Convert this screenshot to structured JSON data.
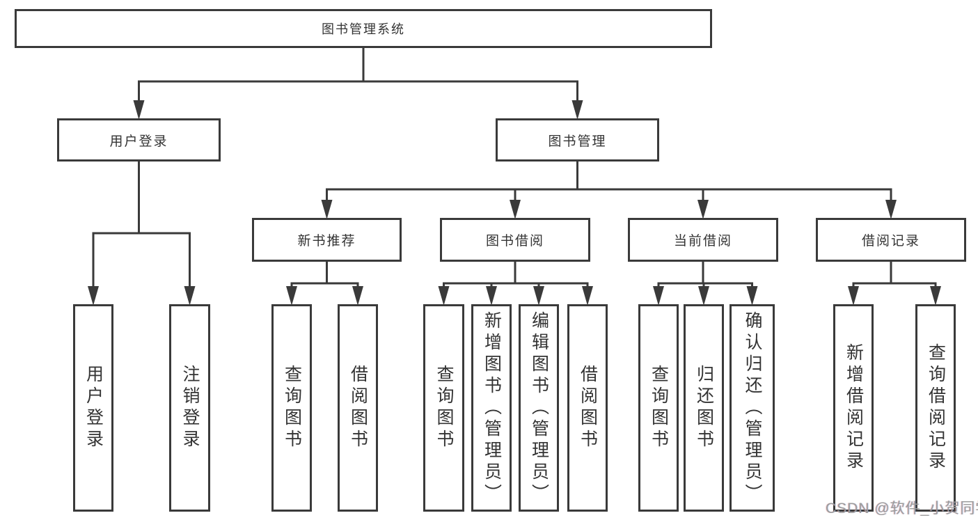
{
  "diagram": {
    "type": "org-tree",
    "title": "图书管理系统",
    "colors": {
      "line": "#3a3a3a",
      "box_border": "#3a3a3a",
      "text": "#333333",
      "background": "#ffffff",
      "watermark": "#9c9c9c"
    },
    "nodes": [
      {
        "id": "root",
        "label": "图书管理系统",
        "parent": null,
        "orientation": "horizontal"
      },
      {
        "id": "user-login",
        "label": "用户登录",
        "parent": "root",
        "orientation": "horizontal"
      },
      {
        "id": "book-management",
        "label": "图书管理",
        "parent": "root",
        "orientation": "horizontal"
      },
      {
        "id": "new-book-recommend",
        "label": "新书推荐",
        "parent": "book-management",
        "orientation": "horizontal"
      },
      {
        "id": "book-borrowing",
        "label": "图书借阅",
        "parent": "book-management",
        "orientation": "horizontal"
      },
      {
        "id": "current-borrowing",
        "label": "当前借阅",
        "parent": "book-management",
        "orientation": "horizontal"
      },
      {
        "id": "borrowing-records",
        "label": "借阅记录",
        "parent": "book-management",
        "orientation": "horizontal"
      },
      {
        "id": "login",
        "label": "用户登录",
        "parent": "user-login",
        "orientation": "vertical"
      },
      {
        "id": "logout",
        "label": "注销登录",
        "parent": "user-login",
        "orientation": "vertical"
      },
      {
        "id": "nbr-query-books",
        "label": "查询图书",
        "parent": "new-book-recommend",
        "orientation": "vertical"
      },
      {
        "id": "nbr-borrow-books",
        "label": "借阅图书",
        "parent": "new-book-recommend",
        "orientation": "vertical"
      },
      {
        "id": "bb-query-books",
        "label": "查询图书",
        "parent": "book-borrowing",
        "orientation": "vertical"
      },
      {
        "id": "bb-add-books-admin",
        "label": "新增图书（管理员）",
        "parent": "book-borrowing",
        "orientation": "vertical"
      },
      {
        "id": "bb-edit-books-admin",
        "label": "编辑图书（管理员）",
        "parent": "book-borrowing",
        "orientation": "vertical"
      },
      {
        "id": "bb-borrow-books",
        "label": "借阅图书",
        "parent": "book-borrowing",
        "orientation": "vertical"
      },
      {
        "id": "cb-query-books",
        "label": "查询图书",
        "parent": "current-borrowing",
        "orientation": "vertical"
      },
      {
        "id": "cb-return-books",
        "label": "归还图书",
        "parent": "current-borrowing",
        "orientation": "vertical"
      },
      {
        "id": "cb-confirm-return-admin",
        "label": "确认归还（管理员）",
        "parent": "current-borrowing",
        "orientation": "vertical"
      },
      {
        "id": "br-add-record",
        "label": "新增借阅记录",
        "parent": "borrowing-records",
        "orientation": "vertical"
      },
      {
        "id": "br-query-record",
        "label": "查询借阅记录",
        "parent": "borrowing-records",
        "orientation": "vertical"
      }
    ]
  },
  "watermark": {
    "text": "CSDN @软件_小贺同学"
  }
}
